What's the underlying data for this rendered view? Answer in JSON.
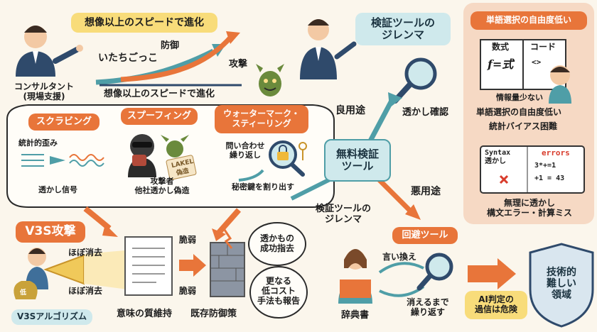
{
  "top": {
    "consultant_banner": "想像以上のスピードで進化",
    "consultant_label": "コンサルタント\n(現場支援)",
    "game_label": "いたちごっこ",
    "defense_label": "防御",
    "attack_label": "攻撃",
    "speed_label": "想像以上のスピードで進化"
  },
  "dilemma_top": {
    "title": "検証ツールの\nジレンマ",
    "watermark_check": "透かし確認",
    "good_use": "良用途"
  },
  "attacks": {
    "scraping": {
      "title": "スクラビング",
      "distortion": "統計的歪み",
      "signal": "透かし信号"
    },
    "spoofing": {
      "title": "スプーフィング",
      "label": "攻撃者\n他社透かし偽造",
      "stamp": "LAKEL",
      "stamp_sub": "偽造"
    },
    "stealing": {
      "title": "ウォーターマーク・\nスティーリング",
      "repeat": "問い合わせ\n繰り返し",
      "key": "秘密鍵を割り出す"
    }
  },
  "center": {
    "free_tool": "無料検証\nツール",
    "dilemma_label": "検証ツールの\nジレンマ",
    "bad_use": "悪用途"
  },
  "v3s": {
    "title": "V3S攻撃",
    "label1": "ほぼ消去",
    "label2": "ほぼ消去",
    "bag": "低",
    "algorithm": "V3Sアルゴリズム",
    "quality": "意味の質維持",
    "weak1": "脆弱",
    "weak2": "脆弱",
    "existing": "既存防御策",
    "success": "透かもの\n成功指去",
    "lowcost": "更なる\n低コスト\n手法も報告"
  },
  "evasion": {
    "title": "回避ツール",
    "paraphrase": "言い換え",
    "dictionary": "辞典書",
    "repeat": "消えるまで\n繰り返す",
    "shield": "技術的\n難しい\n領域",
    "ai_warning": "AI判定の\n過信は危険"
  },
  "side": {
    "title": "単語選択の自由度低い",
    "book_left_title": "数式",
    "book_left_formula": "f=式",
    "book_right_title": "コード",
    "book_right_code": "<>",
    "info_low": "情報量少ない",
    "freedom_low": "単語選択の自由度低い",
    "stat_bias": "統計バイアス困難",
    "syntax_title": "Syntax\n透かし",
    "errors_title": "errors",
    "math1": "3*+=1",
    "math2": "+1 = 43",
    "forced": "無理に透かし\n構文エラー・計算ミス"
  },
  "colors": {
    "orange": "#e8753a",
    "teal": "#4f9ea7",
    "navy": "#2f4a6b",
    "cream": "#fbf6ec",
    "side_bg": "#f6d9c4"
  }
}
